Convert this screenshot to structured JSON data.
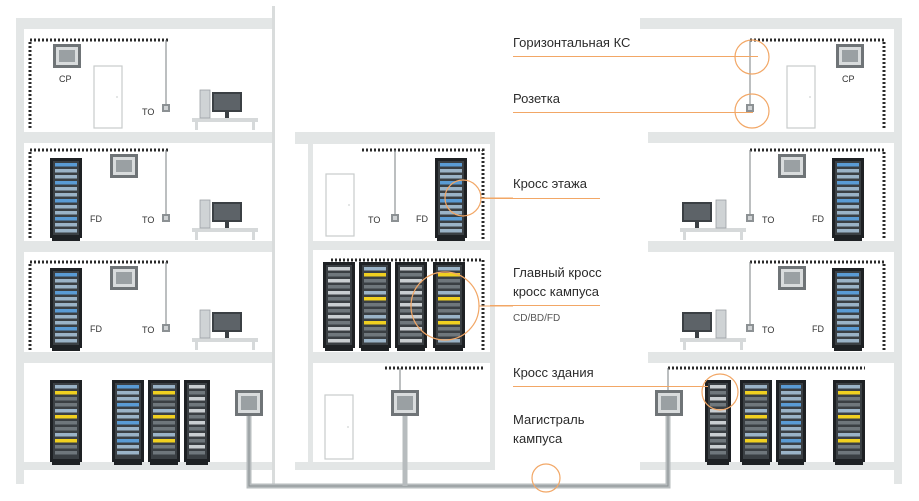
{
  "labels": {
    "horizontal_ks": "Горизонтальная КС",
    "socket": "Розетка",
    "floor_cross": "Кросс этажа",
    "main_cross_1": "Главный кросс",
    "main_cross_2": "кросс кампуса",
    "main_cross_sub": "CD/BD/FD",
    "building_cross": "Кросс здания",
    "backbone_1": "Магистраль",
    "backbone_2": "кампуса"
  },
  "device_labels": {
    "cp": "CP",
    "to": "TO",
    "fd": "FD"
  },
  "colors": {
    "accent": "#f2a766",
    "structure": "#e3e6e6",
    "cable": "#b7bcbe",
    "dashed_tray": "#2a2a2a",
    "rack_blue": "#5a9bd4",
    "rack_yellow": "#f0d020"
  }
}
